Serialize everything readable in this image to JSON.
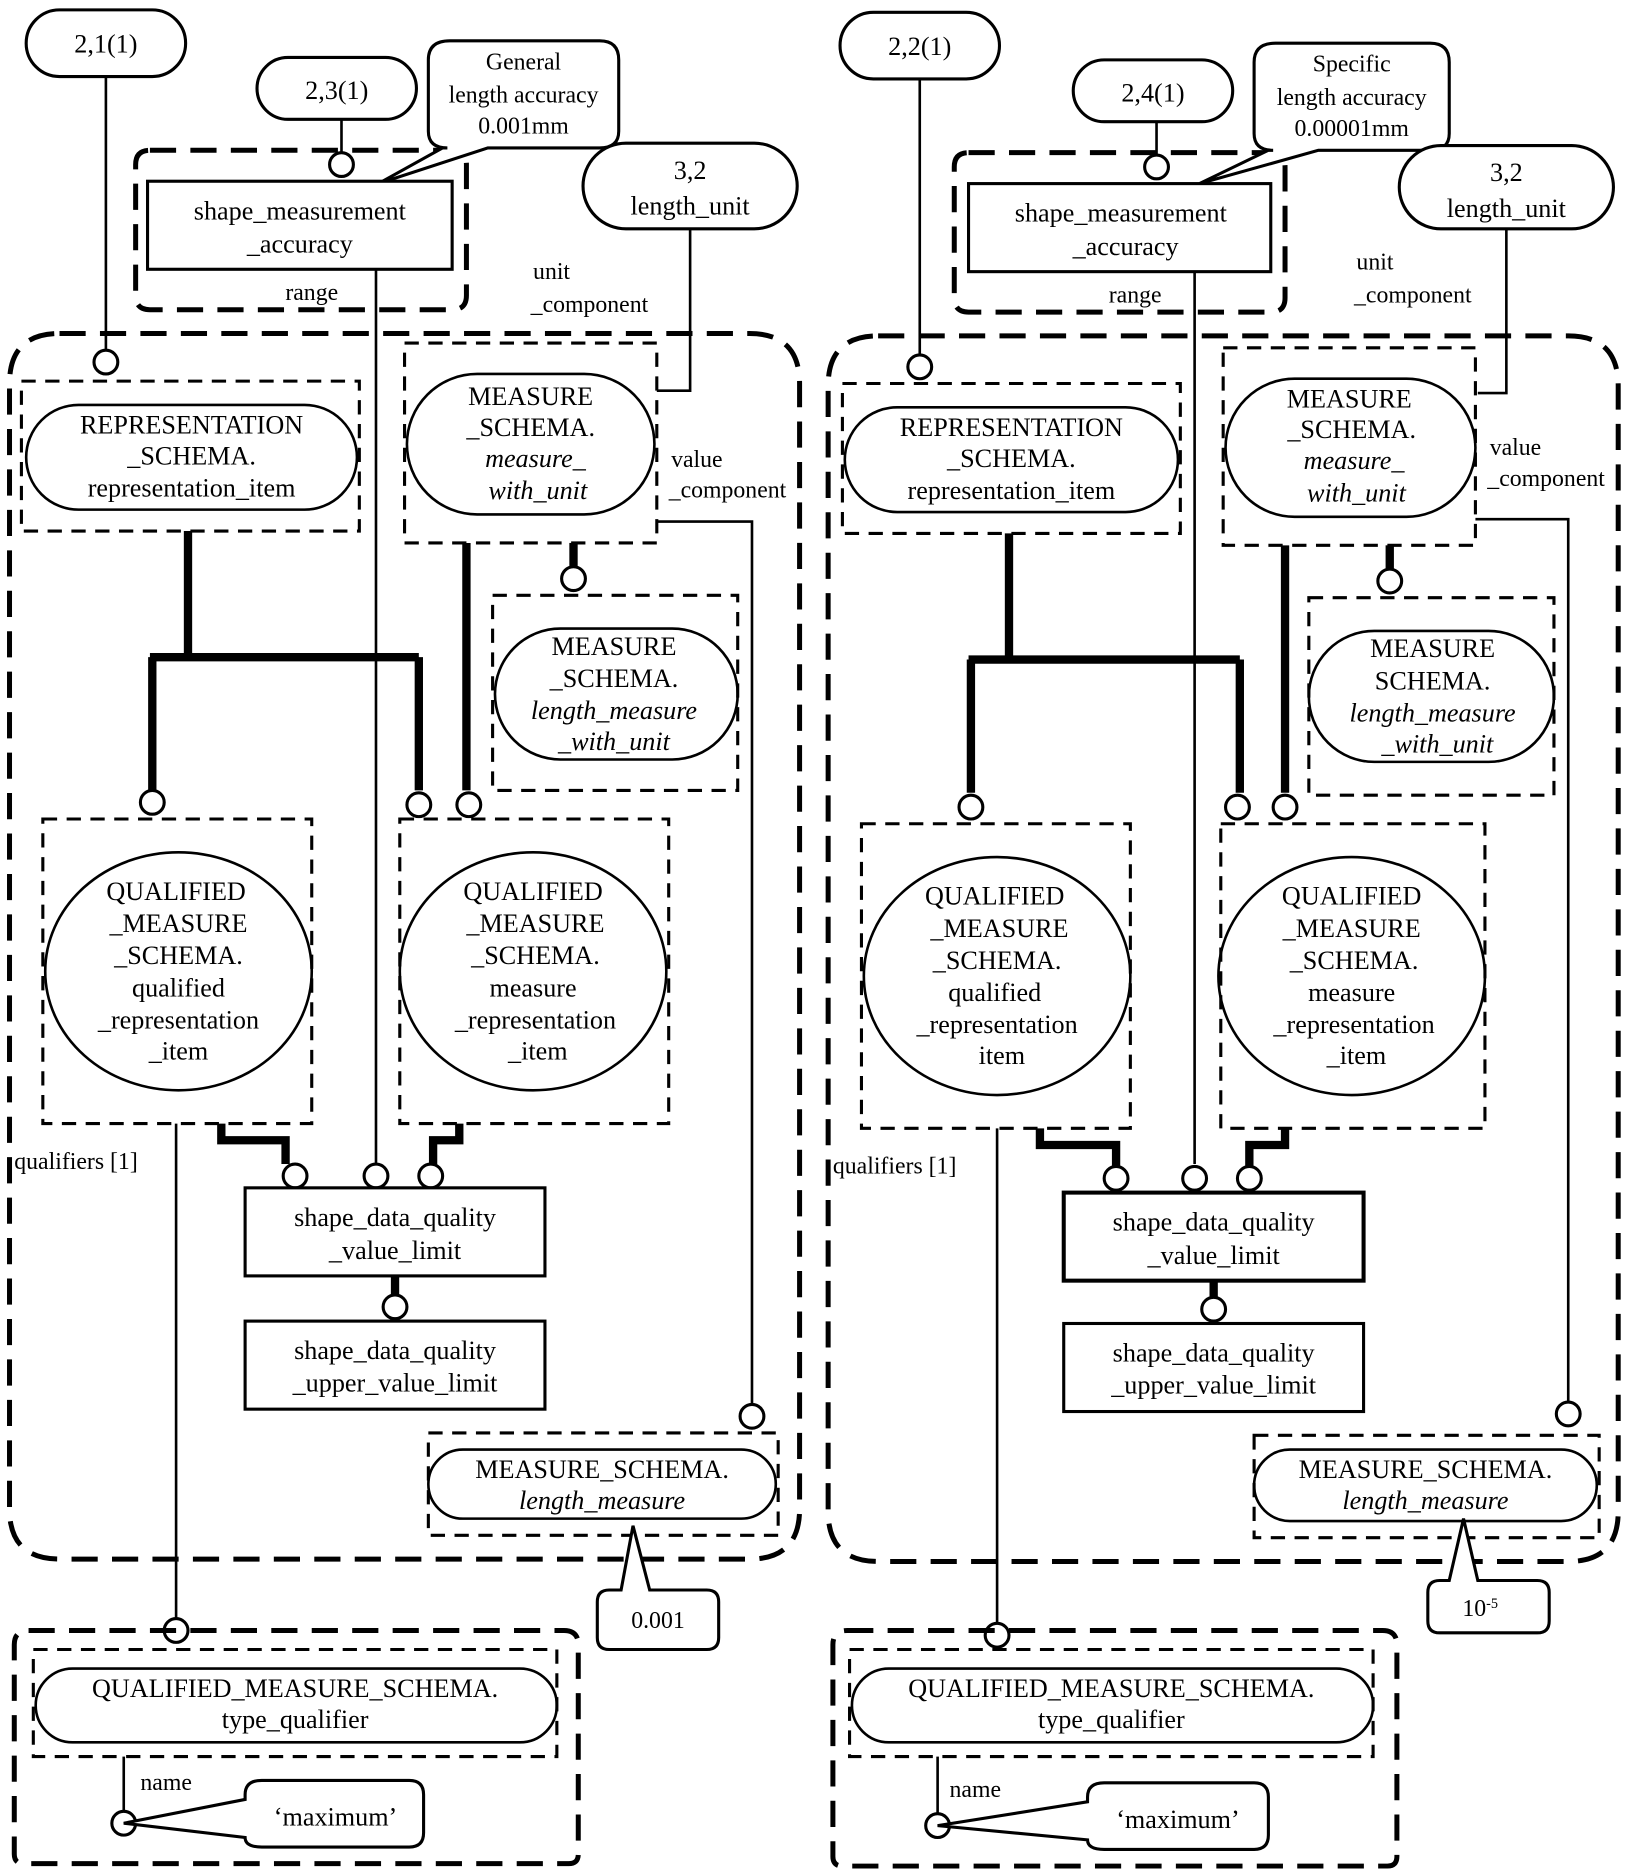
{
  "diagram": {
    "panels": [
      {
        "id": "general",
        "ref_rep": "2,1(1)",
        "ref_acc": "2,3(1)",
        "note_lines": [
          "General",
          "length accuracy",
          "0.001mm"
        ],
        "ref_unit_lines": [
          "3,2",
          "length_unit"
        ],
        "accuracy_box": [
          "shape_measurement",
          "_accuracy"
        ],
        "range_label": "range",
        "unit_component_label": [
          "unit",
          "_component"
        ],
        "value_component_label": [
          "value",
          "_component"
        ],
        "rep_item": [
          "REPRESENTATION",
          "_SCHEMA.",
          "representation_item"
        ],
        "measure_with_unit": [
          "MEASURE",
          "_SCHEMA.",
          "measure_",
          "with_unit"
        ],
        "length_measure_with_unit": [
          "MEASURE",
          "_SCHEMA.",
          "length_measure",
          "_with_unit"
        ],
        "qualified_rep_item": [
          "QUALIFIED",
          "_MEASURE",
          "_SCHEMA.",
          "qualified",
          "_representation",
          "_item"
        ],
        "measure_rep_item": [
          "QUALIFIED",
          "_MEASURE",
          "_SCHEMA.",
          "measure",
          "_representation",
          "_item"
        ],
        "qualifiers_label": "qualifiers [1]",
        "value_limit_box": [
          "shape_data_quality",
          "_value_limit"
        ],
        "upper_limit_box": [
          "shape_data_quality",
          "_upper_value_limit"
        ],
        "length_measure": [
          "MEASURE_SCHEMA.",
          "length_measure"
        ],
        "value_note": "0.001",
        "value_note_sup": "",
        "type_qualifier": [
          "QUALIFIED_MEASURE_SCHEMA.",
          "type_qualifier"
        ],
        "name_label": "name",
        "name_value": "‘maximum’"
      },
      {
        "id": "specific",
        "ref_rep": "2,2(1)",
        "ref_acc": "2,4(1)",
        "note_lines": [
          "Specific",
          "length accuracy",
          "0.00001mm"
        ],
        "ref_unit_lines": [
          "3,2",
          "length_unit"
        ],
        "accuracy_box": [
          "shape_measurement",
          "_accuracy"
        ],
        "range_label": "range",
        "unit_component_label": [
          "unit",
          "_component"
        ],
        "value_component_label": [
          "value",
          "_component"
        ],
        "rep_item": [
          "REPRESENTATION",
          "_SCHEMA.",
          "representation_item"
        ],
        "measure_with_unit": [
          "MEASURE",
          "_SCHEMA.",
          "measure_",
          "with_unit"
        ],
        "length_measure_with_unit": [
          "MEASURE",
          "SCHEMA.",
          "length_measure",
          "_with_unit"
        ],
        "qualified_rep_item": [
          "QUALIFIED",
          "_MEASURE",
          "_SCHEMA.",
          "qualified",
          "_representation",
          "item"
        ],
        "measure_rep_item": [
          "QUALIFIED",
          "_MEASURE",
          "_SCHEMA.",
          "measure",
          "_representation",
          "_item"
        ],
        "qualifiers_label": "qualifiers [1]",
        "value_limit_box": [
          "shape_data_quality",
          "_value_limit"
        ],
        "upper_limit_box": [
          "shape_data_quality",
          "_upper_value_limit"
        ],
        "length_measure": [
          "MEASURE_SCHEMA.",
          "length_measure"
        ],
        "value_note": "10",
        "value_note_sup": "-5",
        "type_qualifier": [
          "QUALIFIED_MEASURE_SCHEMA.",
          "type_qualifier"
        ],
        "name_label": "name",
        "name_value": "‘maximum’"
      }
    ]
  }
}
